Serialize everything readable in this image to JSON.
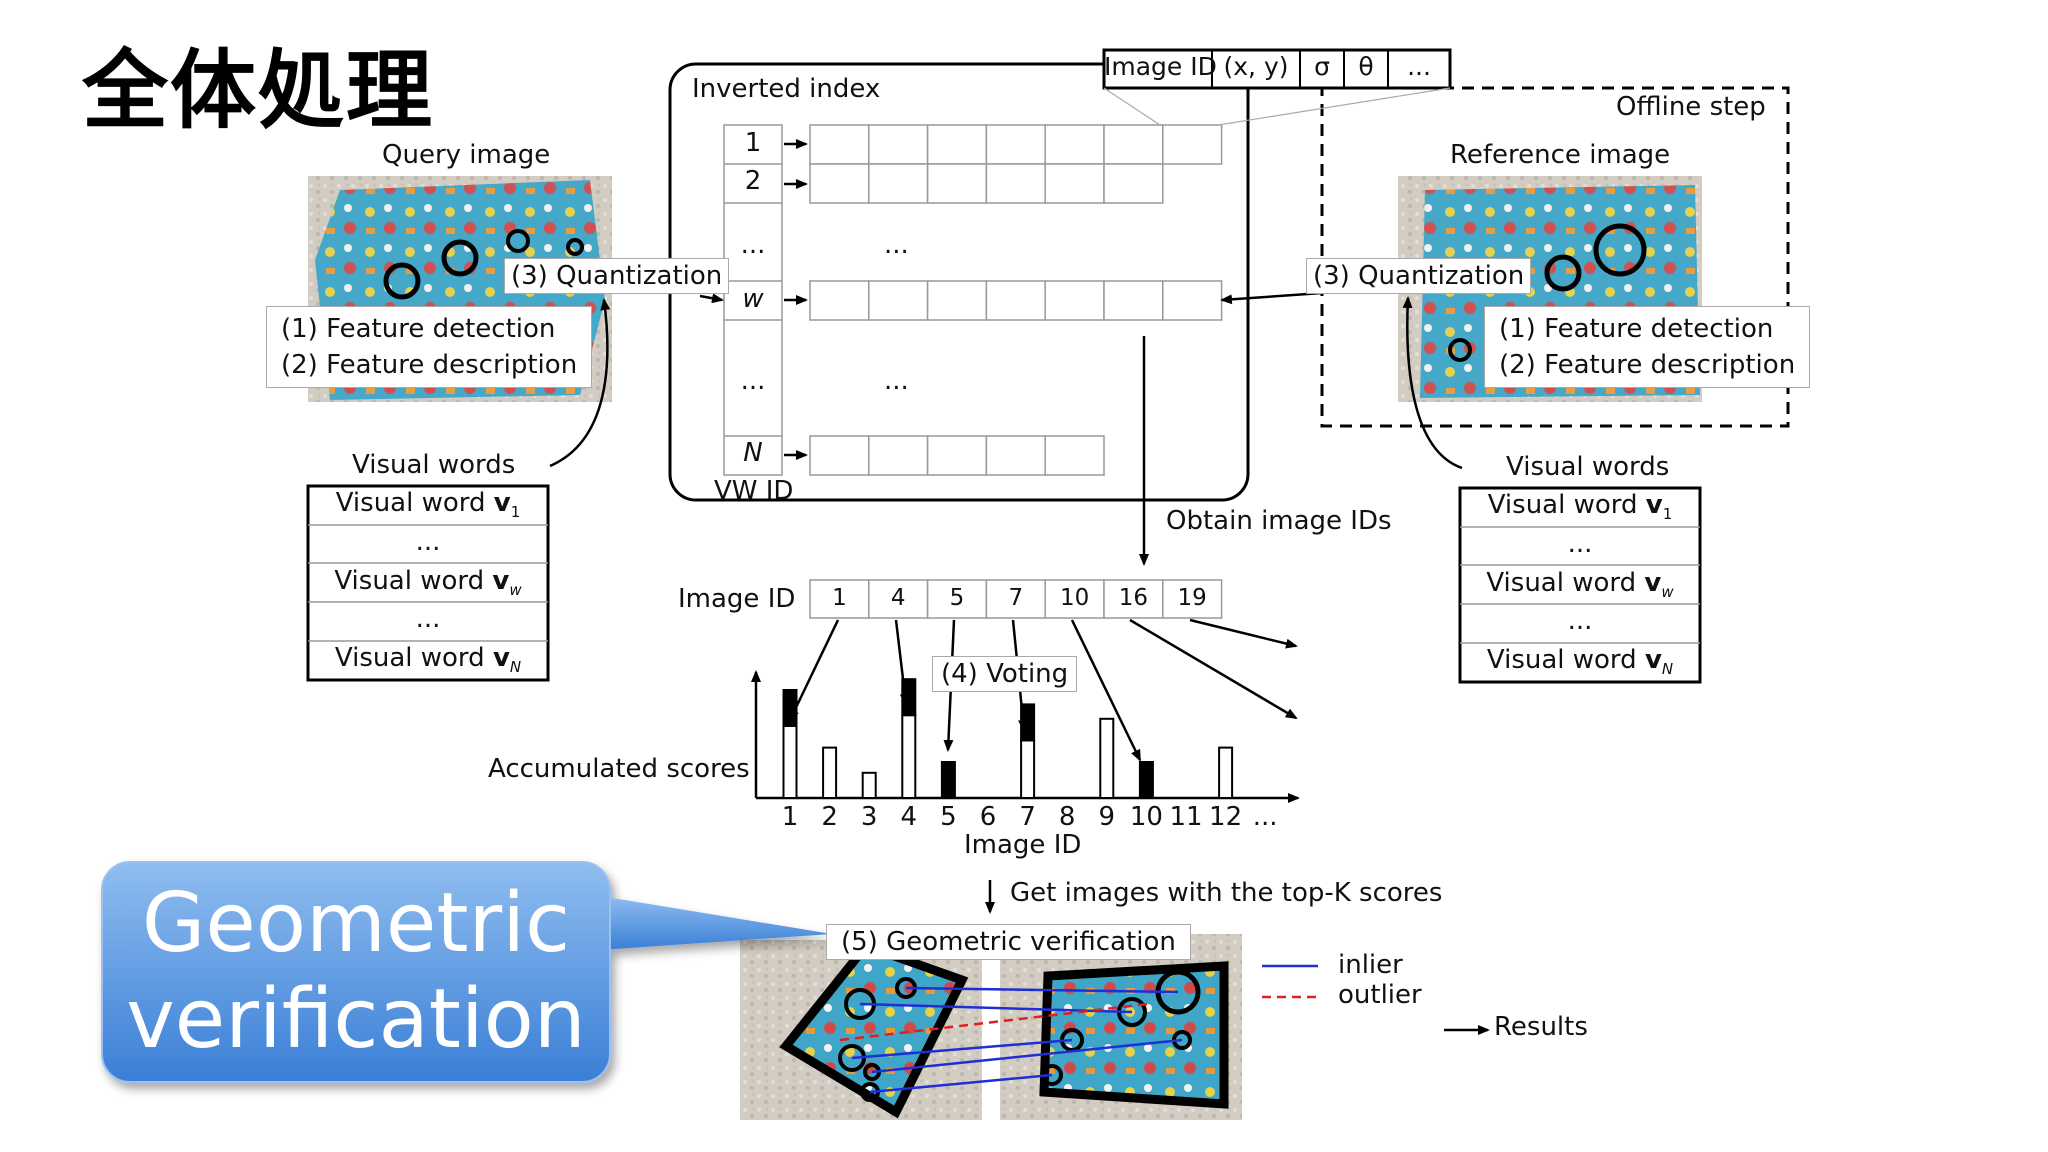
{
  "title": "全体処理",
  "query": {
    "image_label": "Query image",
    "quantization": "(3) Quantization",
    "feature_detection": "(1) Feature detection",
    "feature_description": "(2) Feature description",
    "visual_words_title": "Visual words",
    "visual_words": [
      {
        "text": "Visual word ",
        "bold": "v",
        "sub": "1"
      },
      {
        "text": "...",
        "bold": "",
        "sub": ""
      },
      {
        "text": "Visual word ",
        "bold": "v",
        "sub": "w"
      },
      {
        "text": "...",
        "bold": "",
        "sub": ""
      },
      {
        "text": "Visual word ",
        "bold": "v",
        "sub": "N"
      }
    ]
  },
  "reference": {
    "offline_step": "Offline step",
    "image_label": "Reference image",
    "quantization": "(3) Quantization",
    "feature_detection": "(1) Feature detection",
    "feature_description": "(2) Feature description",
    "visual_words_title": "Visual words",
    "visual_words": [
      {
        "text": "Visual word ",
        "bold": "v",
        "sub": "1"
      },
      {
        "text": "...",
        "bold": "",
        "sub": ""
      },
      {
        "text": "Visual word ",
        "bold": "v",
        "sub": "w"
      },
      {
        "text": "...",
        "bold": "",
        "sub": ""
      },
      {
        "text": "Visual word ",
        "bold": "v",
        "sub": "N"
      }
    ]
  },
  "inverted_index": {
    "title": "Inverted index",
    "entry_fields": [
      "Image ID",
      "(x, y)",
      "σ",
      "θ",
      "..."
    ],
    "rows": [
      "1",
      "2",
      "...",
      "w",
      "...",
      "N"
    ],
    "ellipsis": "...",
    "column_label": "VW ID"
  },
  "obtain_label": "Obtain image IDs",
  "image_id_row": {
    "label": "Image ID",
    "ids": [
      "1",
      "4",
      "5",
      "7",
      "10",
      "16",
      "19"
    ]
  },
  "voting_label": "(4) Voting",
  "scores_chart": {
    "ylabel": "Accumulated scores",
    "xlabel": "Image ID",
    "x_ticks": [
      "1",
      "2",
      "3",
      "4",
      "5",
      "6",
      "7",
      "8",
      "9",
      "10",
      "11",
      "12",
      "..."
    ],
    "base_scores": [
      2,
      1.4,
      0.7,
      2.3,
      0,
      0,
      1.6,
      0,
      2.2,
      0,
      0,
      1.4
    ],
    "vote_increments": [
      1.0,
      0,
      0,
      1.0,
      1.0,
      0,
      1.0,
      0,
      0,
      1.0,
      0,
      0
    ]
  },
  "topk_label": "Get images with the top-K scores",
  "geometric_label": "(5) Geometric verification",
  "callout": {
    "line1": "Geometric",
    "line2": "verification"
  },
  "legend": {
    "inlier": "inlier",
    "outlier": "outlier"
  },
  "results_label": "Results",
  "colors": {
    "callout_top": "#8fbdf0",
    "callout_bottom": "#3a7fd6",
    "inlier": "#1f2fd4",
    "outlier": "#e02020"
  }
}
